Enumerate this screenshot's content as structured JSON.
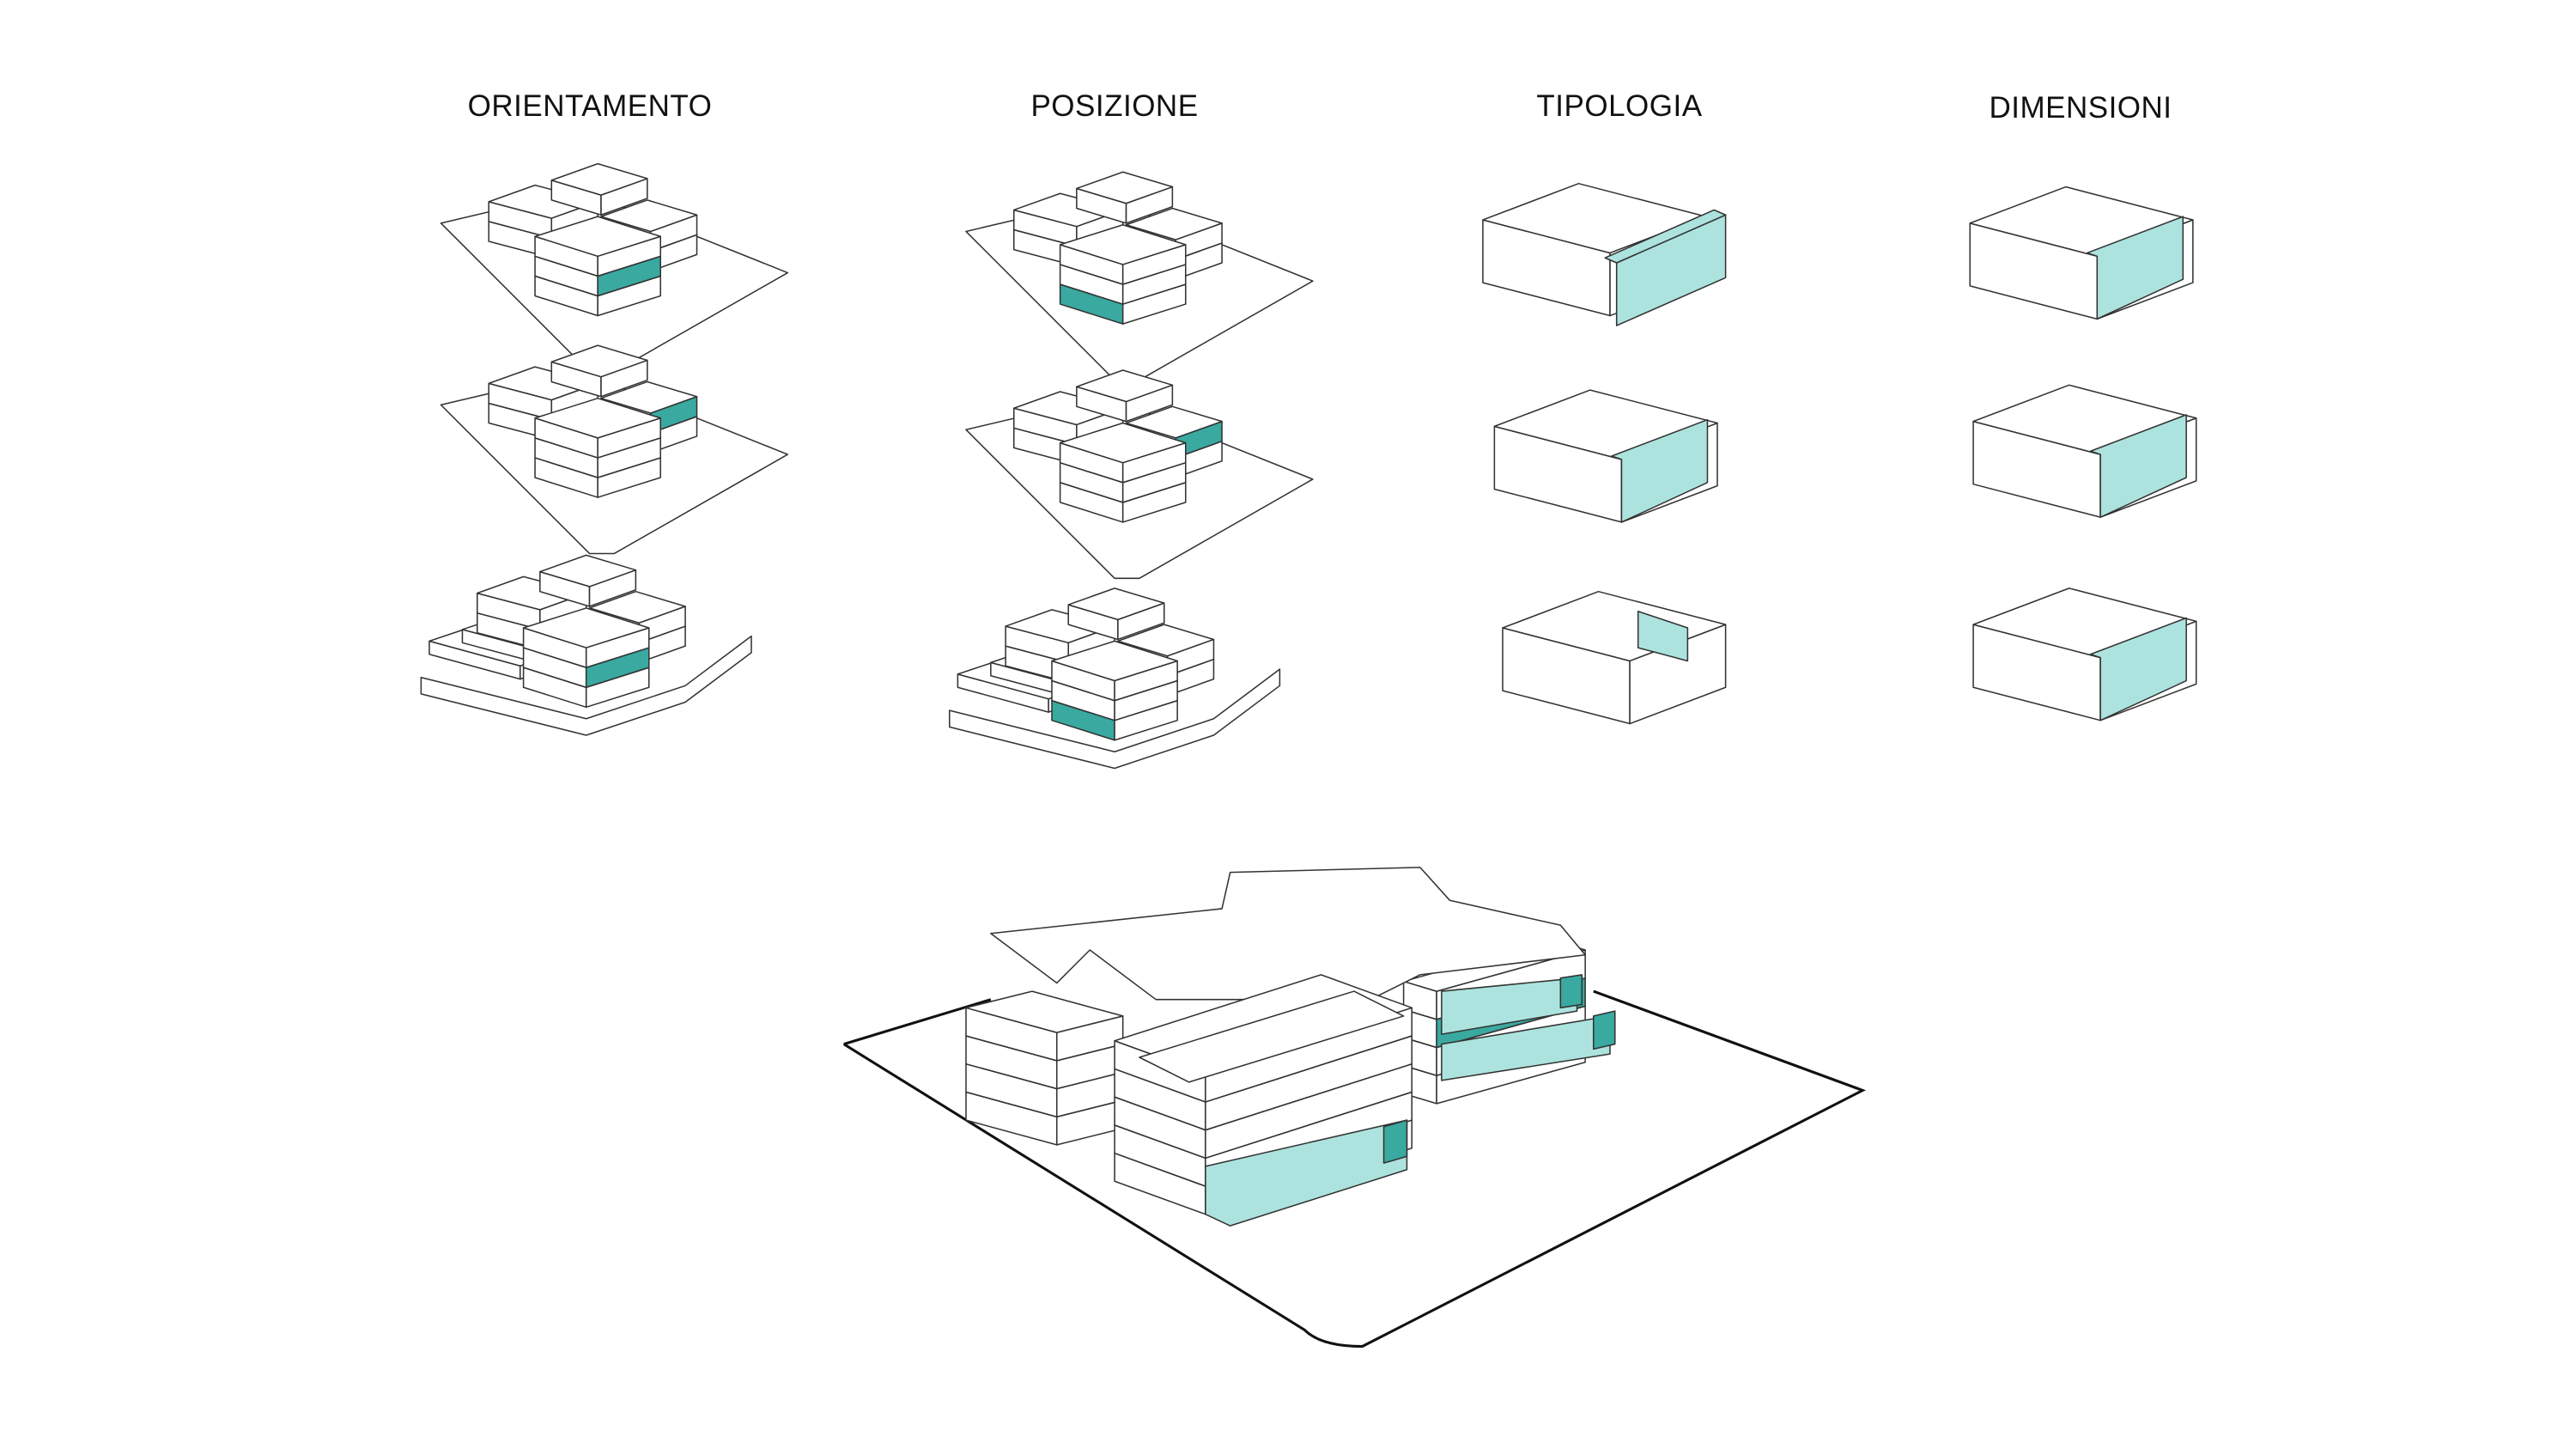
{
  "headings": [
    "ORIENTAMENTO",
    "POSIZIONE",
    "TIPOLOGIA",
    "DIMENSIONI"
  ],
  "colors": {
    "dark_teal": "#3aa9a0",
    "light_teal": "#ade3de",
    "line": "#333333"
  }
}
